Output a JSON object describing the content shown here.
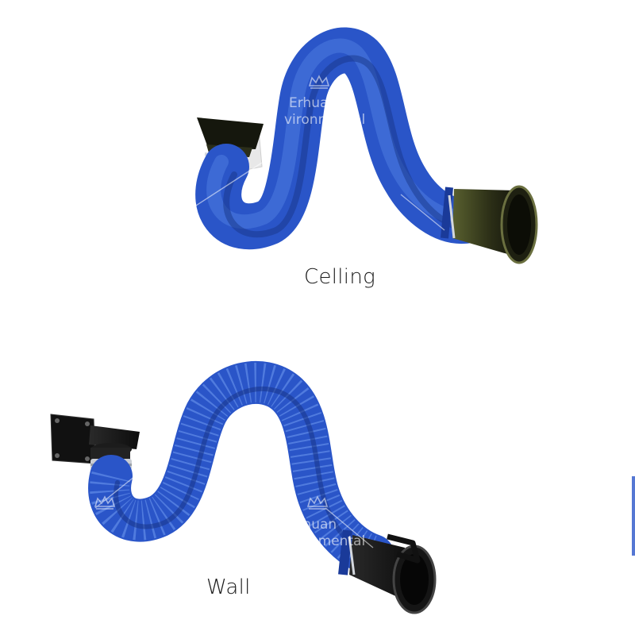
{
  "captions": {
    "ceiling": "Celling",
    "wall": "Wall"
  },
  "watermark": {
    "text_line1": "Erhuan",
    "text_line2": "vironmental",
    "icon": "crown-icon"
  },
  "colors": {
    "hose_blue": "#2a55c8",
    "hose_dark": "#1a3a99",
    "hose_light": "#4d7be0",
    "hood_black": "#1c1c1c",
    "hood_olive": "#3a3d22",
    "clamp_silver": "#c9cdd4"
  }
}
